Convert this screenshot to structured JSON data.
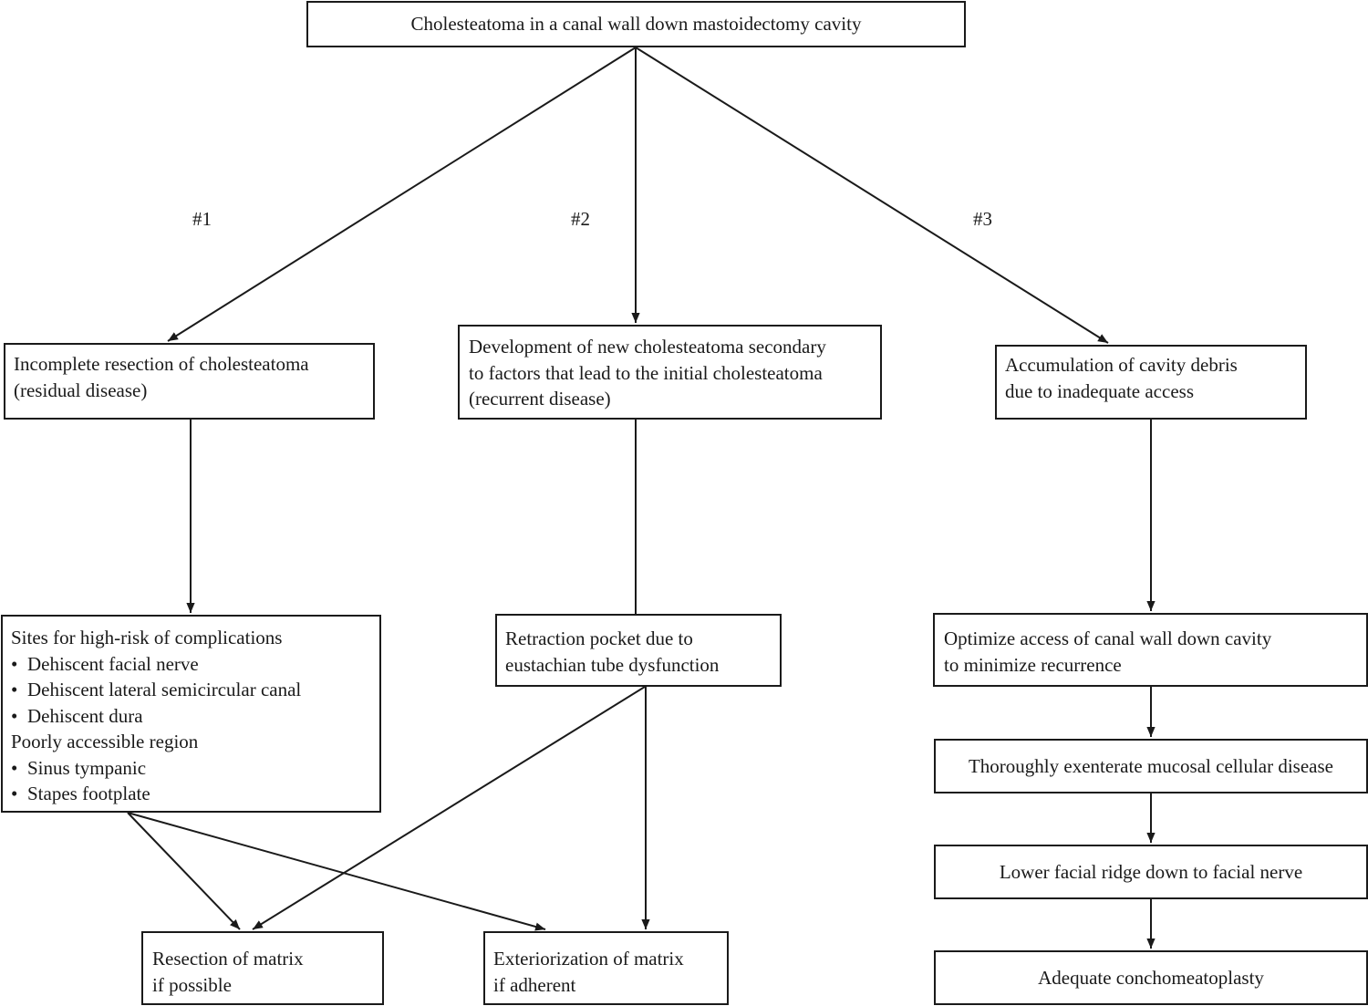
{
  "root": "Cholesteatoma in a canal wall down mastoidectomy cavity",
  "branch_labels": [
    "#1",
    "#2",
    "#3"
  ],
  "branch1": {
    "cause": [
      "Incomplete resection of cholesteatoma",
      "(residual disease)"
    ],
    "sites": {
      "heading1": "Sites for high-risk of complications",
      "items1": [
        "Dehiscent facial nerve",
        "Dehiscent lateral semicircular canal",
        "Dehiscent dura"
      ],
      "heading2": "Poorly accessible region",
      "items2": [
        "Sinus tympanic",
        "Stapes footplate"
      ]
    }
  },
  "branch2": {
    "cause": [
      "Development of new cholesteatoma secondary",
      "to factors that lead to the initial cholesteatoma",
      "(recurrent disease)"
    ],
    "pocket": [
      "Retraction pocket due to",
      "eustachian tube dysfunction"
    ]
  },
  "outcomes": {
    "resection": [
      "Resection of matrix",
      "if possible"
    ],
    "exteriorization": [
      "Exteriorization of matrix",
      "if adherent"
    ]
  },
  "branch3": {
    "cause": [
      "Accumulation of cavity debris",
      "due to inadequate access"
    ],
    "optimize": [
      "Optimize access of canal wall down cavity",
      "to minimize recurrence"
    ],
    "exenterate": "Thoroughly exenterate mucosal cellular disease",
    "lower": "Lower facial ridge down to facial nerve",
    "conchomeatoplasty": "Adequate conchomeatoplasty"
  },
  "bullet_symbol": "•"
}
